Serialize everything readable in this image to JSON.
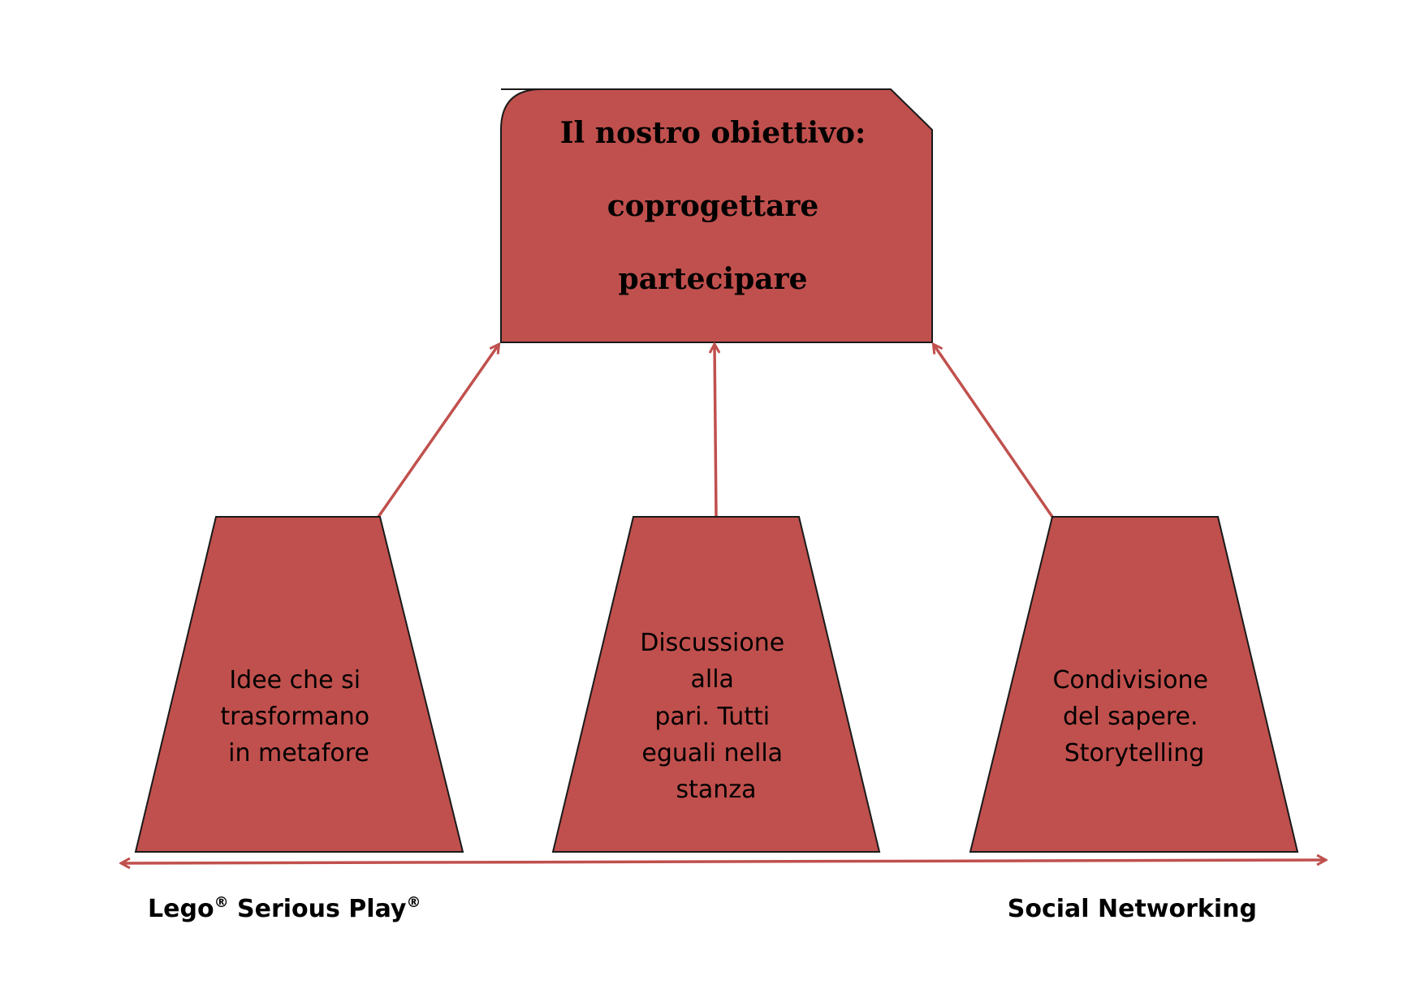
{
  "colors": {
    "box_fill": "#c0504d",
    "box_stroke": "#1a1a1a",
    "arrow": "#c0504d",
    "background": "#ffffff"
  },
  "goal": {
    "lines": [
      "Il nostro obiettivo:",
      "coprogettare",
      "partecipare"
    ]
  },
  "pillars": [
    {
      "lines": [
        "Idee che si",
        "trasformano",
        "in metafore"
      ]
    },
    {
      "lines": [
        "Discussione",
        "alla",
        "pari. Tutti",
        "eguali nella",
        "stanza"
      ]
    },
    {
      "lines": [
        "Condivisione",
        "del sapere.",
        "Storytelling"
      ]
    }
  ],
  "axis": {
    "left_label": "Lego",
    "left_label_mid": " Serious Play",
    "registered_mark": "®",
    "right_label": "Social Networking"
  }
}
